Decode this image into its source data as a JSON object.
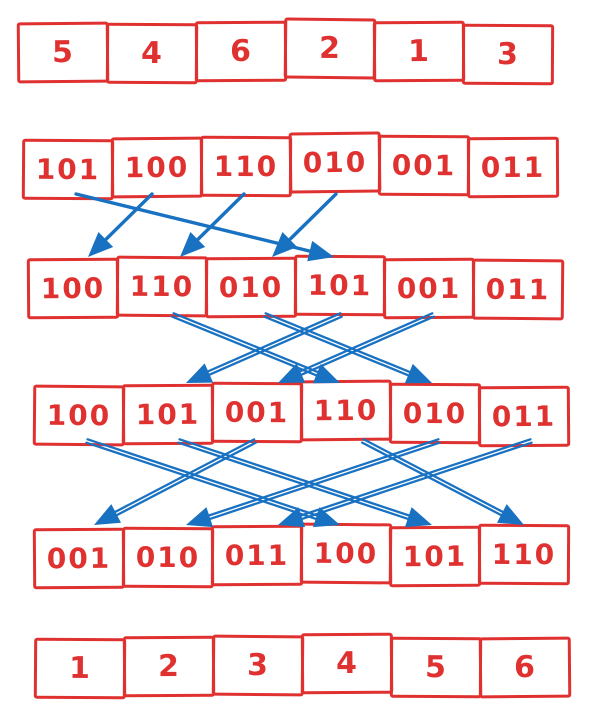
{
  "colors": {
    "red": "#e03131",
    "blue": "#1971c2",
    "background": "#ffffff"
  },
  "rows": [
    [
      "5",
      "4",
      "6",
      "2",
      "1",
      "3"
    ],
    [
      "101",
      "100",
      "110",
      "010",
      "001",
      "011"
    ],
    [
      "100",
      "110",
      "010",
      "101",
      "001",
      "011"
    ],
    [
      "100",
      "101",
      "001",
      "110",
      "010",
      "011"
    ],
    [
      "001",
      "010",
      "011",
      "100",
      "101",
      "110"
    ],
    [
      "1",
      "2",
      "3",
      "4",
      "5",
      "6"
    ]
  ],
  "arrows": [
    {
      "from_row": 1,
      "from_col": 0,
      "to_col": 3
    },
    {
      "from_row": 1,
      "from_col": 1,
      "to_col": 0
    },
    {
      "from_row": 1,
      "from_col": 2,
      "to_col": 1
    },
    {
      "from_row": 1,
      "from_col": 3,
      "to_col": 2
    },
    {
      "from_row": 2,
      "from_col": 1,
      "to_col": 3
    },
    {
      "from_row": 2,
      "from_col": 2,
      "to_col": 4
    },
    {
      "from_row": 2,
      "from_col": 3,
      "to_col": 1
    },
    {
      "from_row": 2,
      "from_col": 4,
      "to_col": 2
    },
    {
      "from_row": 3,
      "from_col": 0,
      "to_col": 3
    },
    {
      "from_row": 3,
      "from_col": 1,
      "to_col": 4
    },
    {
      "from_row": 3,
      "from_col": 2,
      "to_col": 0
    },
    {
      "from_row": 3,
      "from_col": 3,
      "to_col": 5
    },
    {
      "from_row": 3,
      "from_col": 4,
      "to_col": 1
    },
    {
      "from_row": 3,
      "from_col": 5,
      "to_col": 2
    }
  ]
}
